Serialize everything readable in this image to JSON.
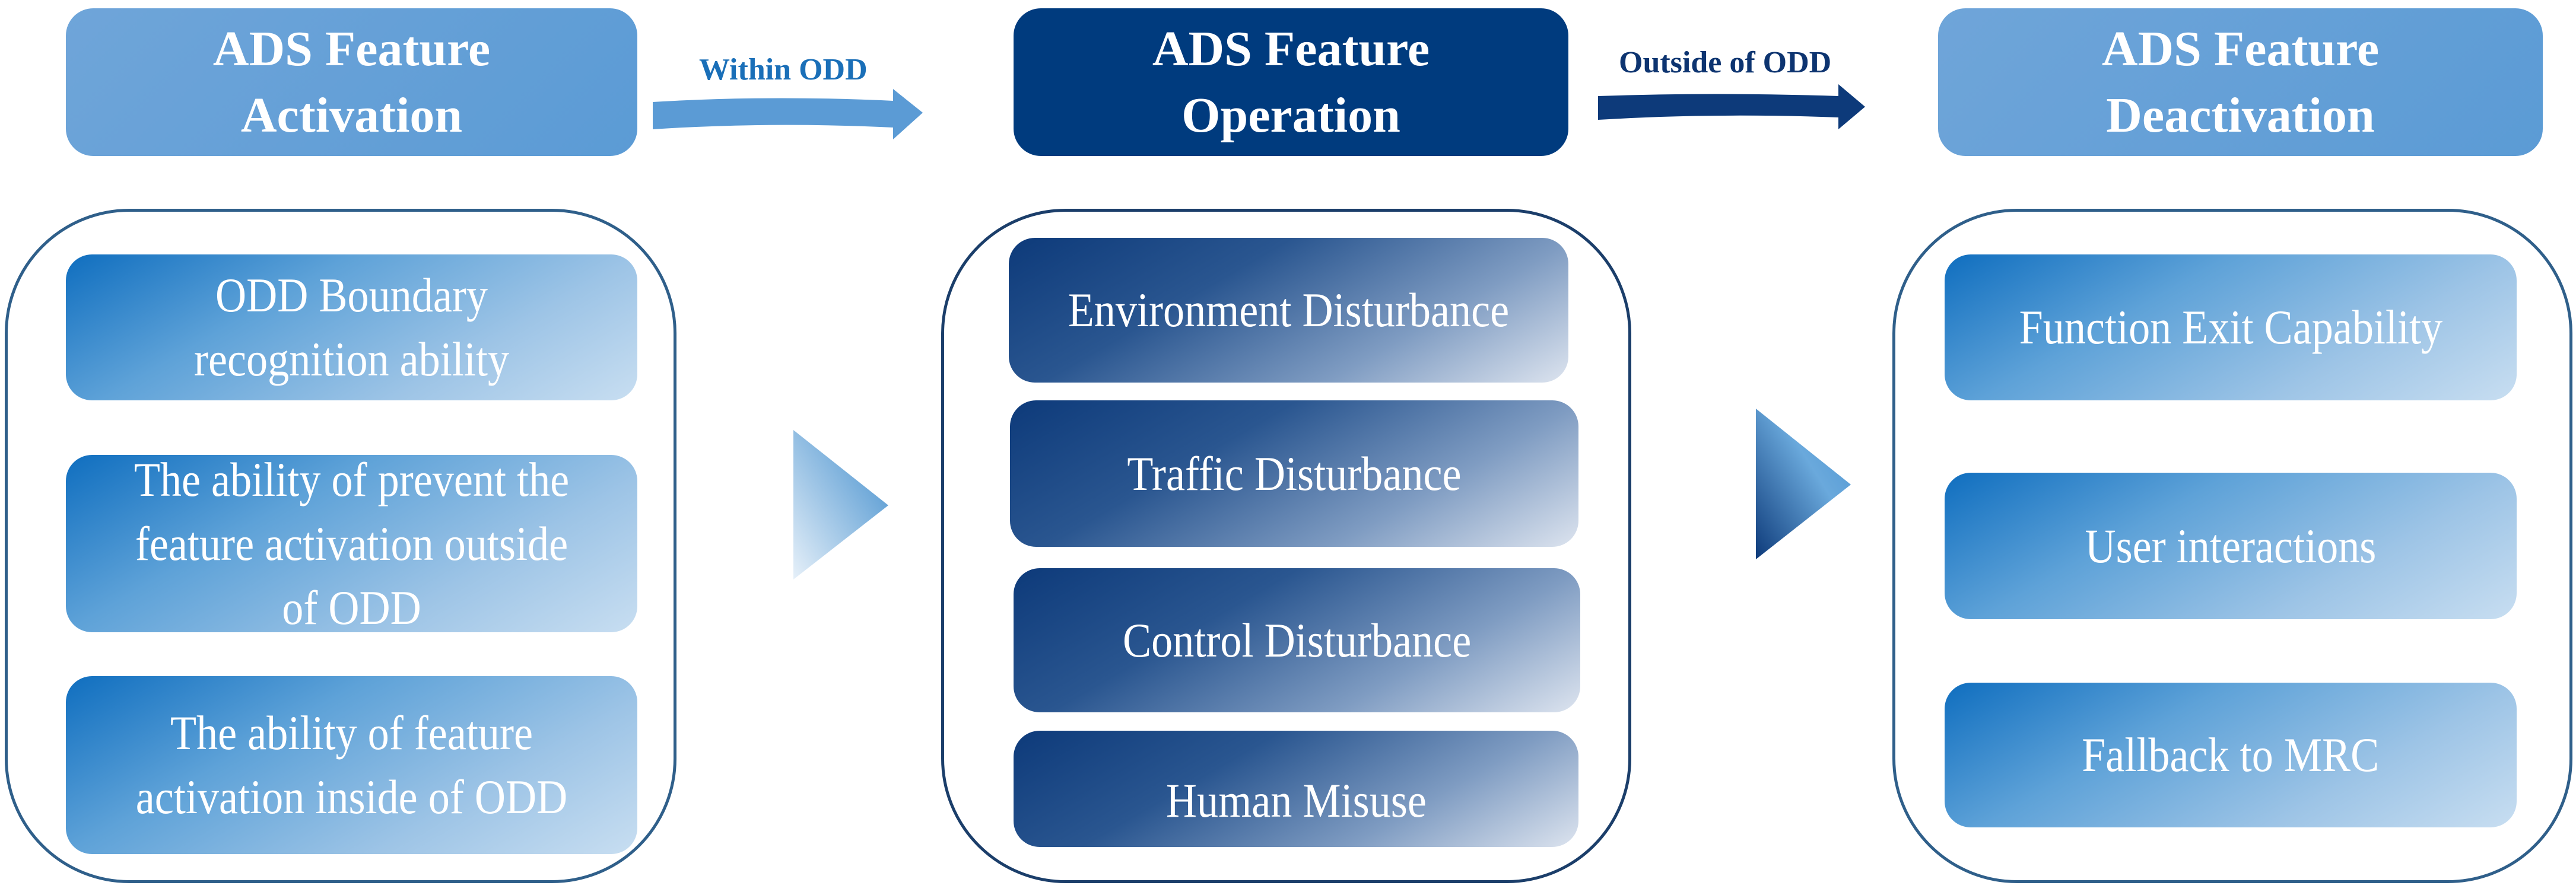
{
  "stages": {
    "activation": {
      "title_line1": "ADS Feature",
      "title_line2": "Activation"
    },
    "operation": {
      "title_line1": "ADS Feature",
      "title_line2": "Operation"
    },
    "deactivation": {
      "title_line1": "ADS Feature",
      "title_line2": "Deactivation"
    }
  },
  "transitions": {
    "within": "Within ODD",
    "outside": "Outside of ODD"
  },
  "activation_items": [
    "ODD Boundary recognition ability",
    "The ability of prevent the feature activation outside of ODD",
    "The ability of feature activation inside of ODD"
  ],
  "operation_items": [
    "Environment Disturbance",
    "Traffic Disturbance",
    "Control Disturbance",
    "Human Misuse"
  ],
  "deactivation_items": [
    "Function Exit Capability",
    "User interactions",
    "Fallback to MRC"
  ],
  "colors": {
    "light_blue": "#5b9bd5",
    "dark_blue": "#003b7e",
    "within_label": "#1a6fb8",
    "outside_label": "#0d3470"
  }
}
